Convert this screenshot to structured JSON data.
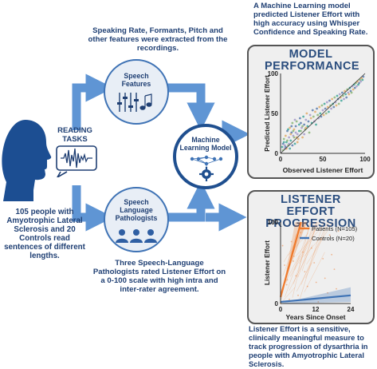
{
  "top_right_text": "A Machine Learning model predicted Listener Effort with high accuracy using Whisper Confidence and Speaking Rate.",
  "top_center_text": "Speaking Rate, Formants, Pitch and other features were extracted from the recordings.",
  "reading_tasks_label": "READING TASKS",
  "left_text": "105 people with Amyotrophic Lateral Sclerosis and 20 Controls read sentences of different lengths.",
  "speech_features_label": "Speech Features",
  "ml_model_label": "Machine Learning Model",
  "slp_label": "Speech Language Pathologists",
  "bottom_center_text": "Three Speech-Language Pathologists rated Listener Effort on a 0-100 scale with high intra and inter-rater agreement.",
  "bottom_right_text": "Listener Effort is a sensitive, clinically meaningful measure to track progression of dysarthria in people with Amyotrophic Lateral Sclerosis.",
  "colors": {
    "navy": "#1f3f73",
    "arrow": "#5f95d4",
    "head": "#1c4e92",
    "orange": "#ef7a2c",
    "steel": "#3f73b5",
    "panel_bg": "#efefef"
  },
  "chart_data": [
    {
      "type": "scatter",
      "title": "MODEL PERFORMANCE",
      "xlabel": "Observed Listener Effort",
      "ylabel": "Predicted Listener Effort",
      "xlim": [
        0,
        100
      ],
      "ylim": [
        0,
        100
      ],
      "x_ticks": [
        "0",
        "50",
        "100"
      ],
      "y_ticks": [
        "0",
        "50",
        "100"
      ],
      "points": [
        [
          2,
          8
        ],
        [
          3,
          12
        ],
        [
          4,
          18
        ],
        [
          5,
          6
        ],
        [
          6,
          22
        ],
        [
          7,
          14
        ],
        [
          8,
          28
        ],
        [
          9,
          10
        ],
        [
          10,
          20
        ],
        [
          11,
          32
        ],
        [
          12,
          16
        ],
        [
          13,
          26
        ],
        [
          14,
          38
        ],
        [
          15,
          22
        ],
        [
          16,
          30
        ],
        [
          17,
          12
        ],
        [
          18,
          34
        ],
        [
          19,
          40
        ],
        [
          20,
          24
        ],
        [
          21,
          18
        ],
        [
          22,
          36
        ],
        [
          23,
          44
        ],
        [
          24,
          28
        ],
        [
          25,
          32
        ],
        [
          26,
          20
        ],
        [
          27,
          46
        ],
        [
          28,
          36
        ],
        [
          29,
          30
        ],
        [
          30,
          42
        ],
        [
          31,
          50
        ],
        [
          32,
          34
        ],
        [
          33,
          40
        ],
        [
          34,
          26
        ],
        [
          35,
          48
        ],
        [
          36,
          44
        ],
        [
          37,
          38
        ],
        [
          38,
          54
        ],
        [
          39,
          46
        ],
        [
          40,
          40
        ],
        [
          41,
          52
        ],
        [
          42,
          36
        ],
        [
          43,
          56
        ],
        [
          44,
          48
        ],
        [
          45,
          44
        ],
        [
          46,
          58
        ],
        [
          47,
          50
        ],
        [
          48,
          46
        ],
        [
          49,
          60
        ],
        [
          50,
          54
        ],
        [
          51,
          48
        ],
        [
          52,
          62
        ],
        [
          53,
          56
        ],
        [
          54,
          50
        ],
        [
          55,
          64
        ],
        [
          56,
          58
        ],
        [
          57,
          52
        ],
        [
          58,
          66
        ],
        [
          59,
          60
        ],
        [
          60,
          56
        ],
        [
          61,
          68
        ],
        [
          62,
          62
        ],
        [
          63,
          58
        ],
        [
          64,
          70
        ],
        [
          65,
          64
        ],
        [
          66,
          60
        ],
        [
          67,
          72
        ],
        [
          68,
          68
        ],
        [
          69,
          62
        ],
        [
          70,
          74
        ],
        [
          71,
          70
        ],
        [
          72,
          66
        ],
        [
          73,
          76
        ],
        [
          74,
          72
        ],
        [
          75,
          68
        ],
        [
          76,
          78
        ],
        [
          77,
          74
        ],
        [
          78,
          70
        ],
        [
          79,
          80
        ],
        [
          80,
          76
        ],
        [
          81,
          74
        ],
        [
          82,
          82
        ],
        [
          83,
          78
        ],
        [
          84,
          76
        ],
        [
          85,
          84
        ],
        [
          86,
          80
        ],
        [
          87,
          86
        ],
        [
          88,
          82
        ],
        [
          89,
          88
        ],
        [
          90,
          84
        ],
        [
          91,
          90
        ],
        [
          92,
          86
        ],
        [
          93,
          88
        ],
        [
          94,
          92
        ],
        [
          95,
          90
        ],
        [
          96,
          94
        ],
        [
          97,
          92
        ],
        [
          98,
          96
        ],
        [
          3,
          4
        ],
        [
          5,
          10
        ],
        [
          7,
          6
        ],
        [
          4,
          14
        ],
        [
          6,
          8
        ],
        [
          8,
          16
        ],
        [
          10,
          12
        ],
        [
          12,
          24
        ],
        [
          9,
          30
        ],
        [
          14,
          10
        ],
        [
          16,
          20
        ],
        [
          18,
          26
        ],
        [
          20,
          14
        ],
        [
          11,
          6
        ],
        [
          13,
          34
        ],
        [
          15,
          28
        ],
        [
          17,
          42
        ],
        [
          19,
          20
        ],
        [
          22,
          28
        ],
        [
          24,
          38
        ],
        [
          26,
          34
        ],
        [
          28,
          24
        ],
        [
          30,
          32
        ]
      ]
    },
    {
      "type": "line",
      "title": "LISTENER EFFORT PROGRESSION",
      "xlabel": "Years Since Onset",
      "ylabel": "Listener Effort",
      "xlim": [
        0,
        24
      ],
      "ylim": [
        0,
        100
      ],
      "x_ticks": [
        "0",
        "12",
        "24"
      ],
      "y_ticks": [
        "0",
        "100"
      ],
      "series": [
        {
          "name": "Patients (N=105)",
          "x": [
            0,
            7
          ],
          "y": [
            8,
            100
          ]
        },
        {
          "name": "Controls (N=20)",
          "x": [
            0,
            24
          ],
          "y": [
            2,
            10
          ]
        }
      ]
    }
  ]
}
